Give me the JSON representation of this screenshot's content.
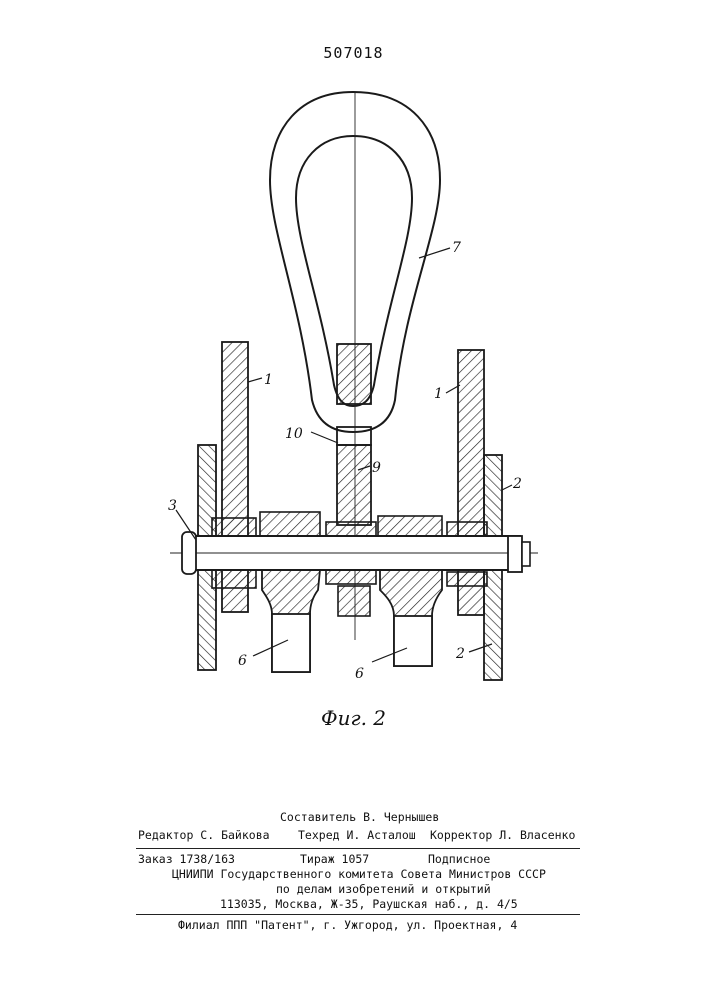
{
  "patent_number": "507018",
  "figure": {
    "caption": "Фиг. 2",
    "labels": {
      "l1_left": "1",
      "l1_right": "1",
      "l2_top": "2",
      "l2_bottom": "2",
      "l3": "3",
      "l6_left": "6",
      "l6_right": "6",
      "l7": "7",
      "l9": "9",
      "l10": "10"
    }
  },
  "imprint": {
    "compiler": "Составитель В. Чернышев",
    "editor": "Редактор С. Байкова",
    "techred": "Техред И. Асталош",
    "corrector": "Корректор Л. Власенко",
    "order": "Заказ 1738/163",
    "circulation": "Тираж 1057",
    "subscription": "Подписное",
    "org_line1": "ЦНИИПИ Государственного комитета Совета Министров СССР",
    "org_line2": "по делам изобретений и открытий",
    "org_address": "113035, Москва, Ж-35, Раушская наб., д. 4/5",
    "branch": "Филиал ППП \"Патент\", г. Ужгород, ул. Проектная, 4"
  }
}
